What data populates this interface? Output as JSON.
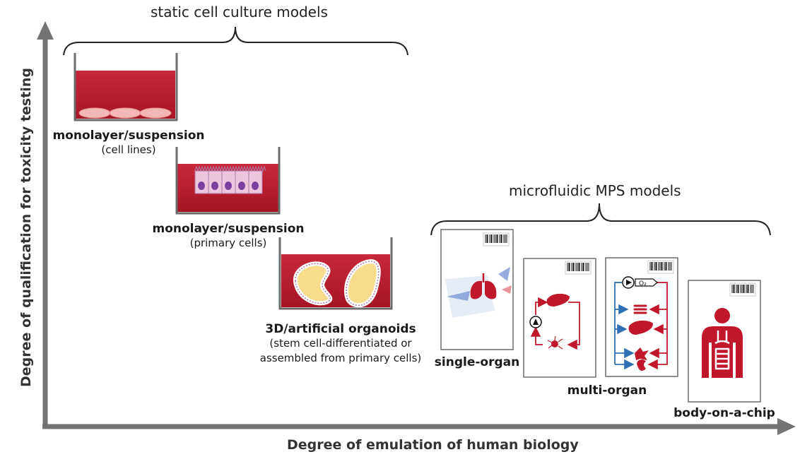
{
  "groups": {
    "static": "static cell culture models",
    "microfluidic": "microfluidic MPS models"
  },
  "models": [
    {
      "title": "monolayer/suspension",
      "subtitle": "(cell lines)"
    },
    {
      "title": "monolayer/suspension",
      "subtitle": "(primary cells)"
    },
    {
      "title": "3D/artificial organoids",
      "subtitle_lines": [
        "(stem cell-differentiated or",
        "assembled from primary cells)"
      ]
    },
    {
      "title": "single-organ"
    },
    {
      "title": "multi-organ"
    },
    {
      "title": "body-on-a-chip"
    }
  ],
  "axes": {
    "x_label": "Degree of emulation of human biology",
    "y_label": "Degree of qualification for toxicity testing"
  },
  "chip_labels": {
    "o2": "O₂"
  },
  "colors": {
    "medium_red": "#b71c2c",
    "dish_wall": "#6b6b6b",
    "axis_grey": "#737373",
    "vessel_red": "#c0172a",
    "vessel_blue": "#2f6fb3",
    "organoid_yellow": "#f7dc8c",
    "cell_pink": "#f3b8b4"
  },
  "icons": [
    "lung-icon",
    "liver-icon",
    "pump-icon",
    "intestine-icon",
    "kidney-icon",
    "human-body-icon",
    "barcode-icon"
  ]
}
